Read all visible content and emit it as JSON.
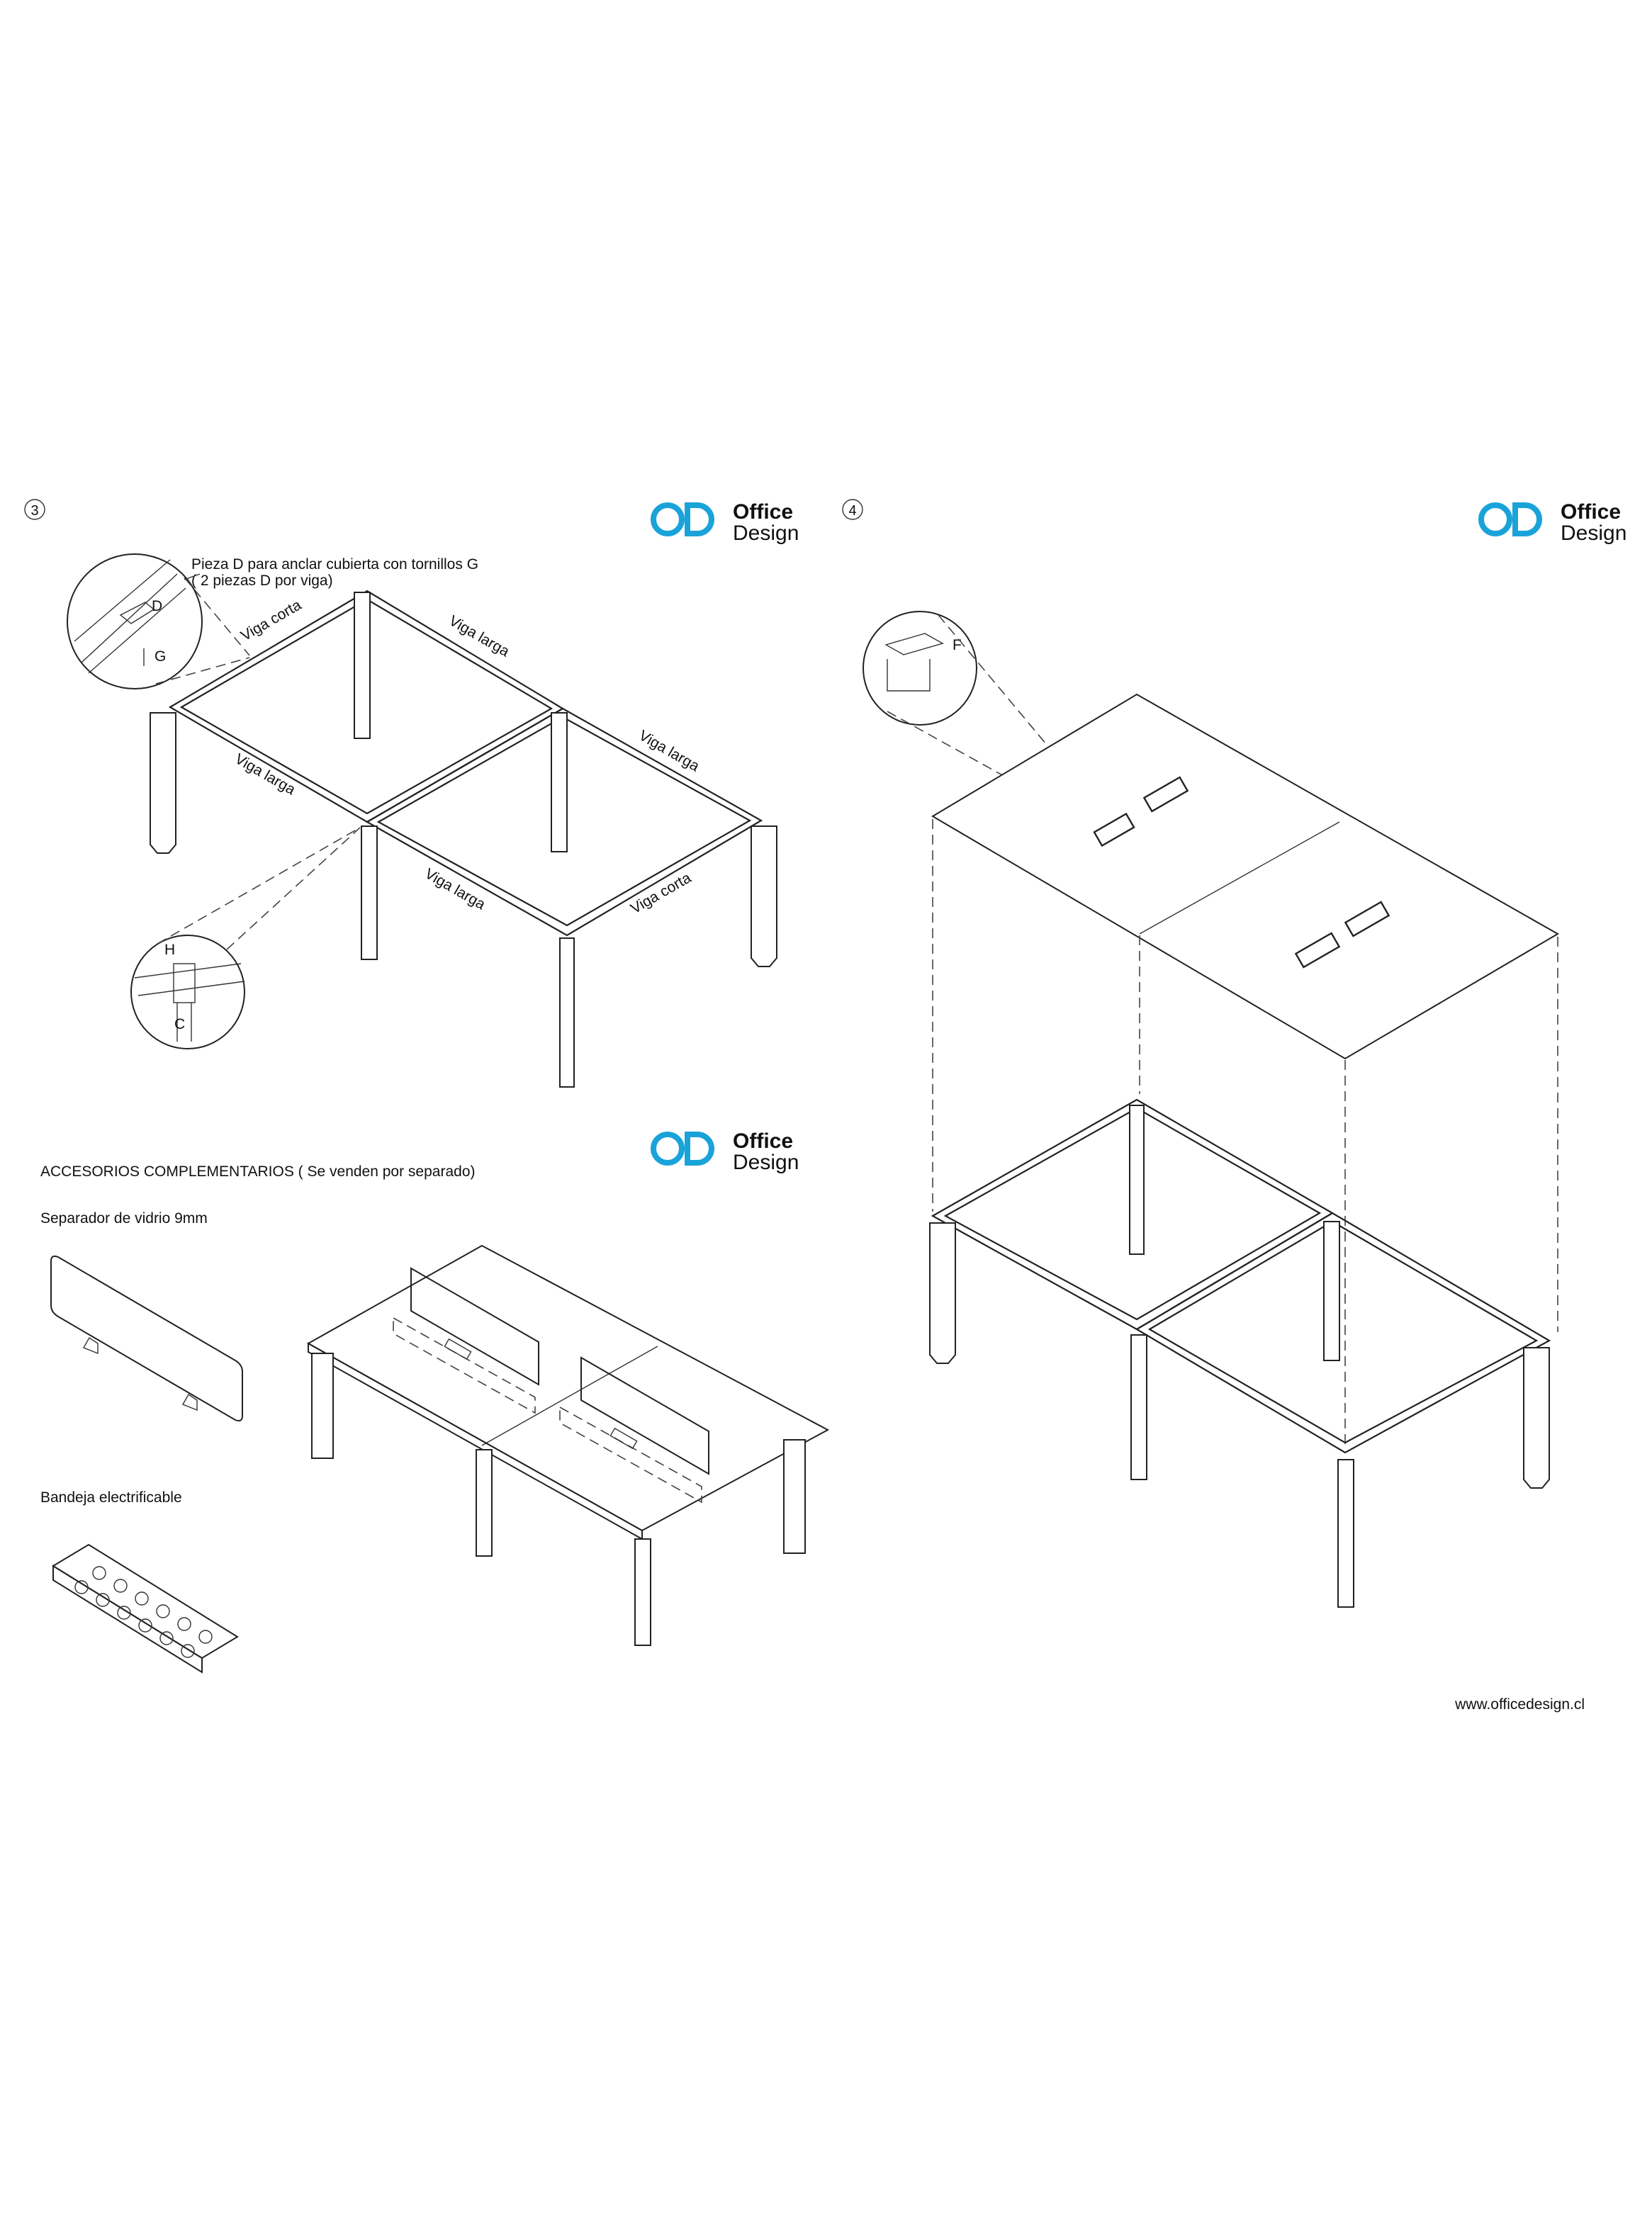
{
  "brand": {
    "line1": "Office",
    "line2": "Design",
    "accent_color": "#1aa3d9",
    "text_color": "#1f3a64"
  },
  "step3": {
    "number": "3",
    "callout_line1": "Pieza D para anclar cubierta con tornillos G",
    "callout_line2": "( 2 piezas D por viga)",
    "detail_top_labels": [
      "D",
      "G"
    ],
    "detail_bottom_labels": [
      "H",
      "C"
    ],
    "beam_labels": [
      "Viga corta",
      "Viga larga",
      "Viga larga",
      "Viga larga",
      "Viga larga",
      "Viga corta"
    ]
  },
  "step4": {
    "number": "4",
    "detail_label": "F"
  },
  "accessories": {
    "heading": "ACCESORIOS COMPLEMENTARIOS  ( Se venden por separado)",
    "item1": "Separador de vidrio 9mm",
    "item2": "Bandeja electrificable"
  },
  "website": "www.officedesign.cl"
}
